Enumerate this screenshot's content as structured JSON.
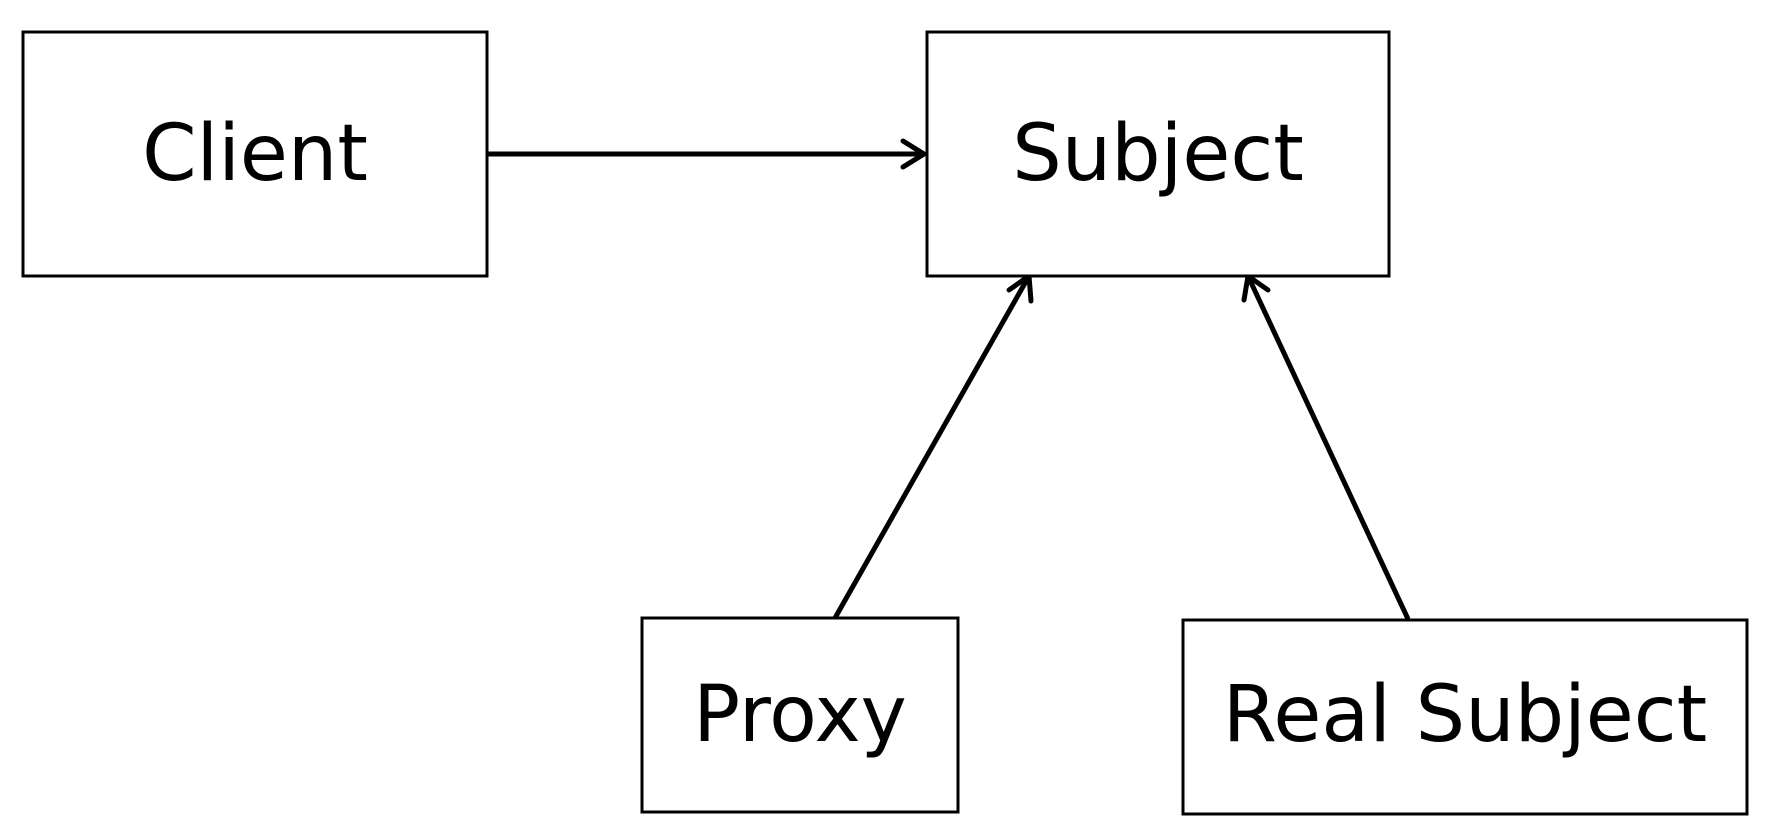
{
  "diagram": {
    "nodes": {
      "client": {
        "label": "Client"
      },
      "subject": {
        "label": "Subject"
      },
      "proxy": {
        "label": "Proxy"
      },
      "real_subject": {
        "label": "Real Subject"
      }
    },
    "edges": [
      {
        "from": "client",
        "to": "subject",
        "arrow": "open"
      },
      {
        "from": "proxy",
        "to": "subject",
        "arrow": "open"
      },
      {
        "from": "real_subject",
        "to": "subject",
        "arrow": "open"
      }
    ],
    "colors": {
      "stroke": "#000000",
      "fill": "#ffffff",
      "text": "#000000"
    }
  }
}
